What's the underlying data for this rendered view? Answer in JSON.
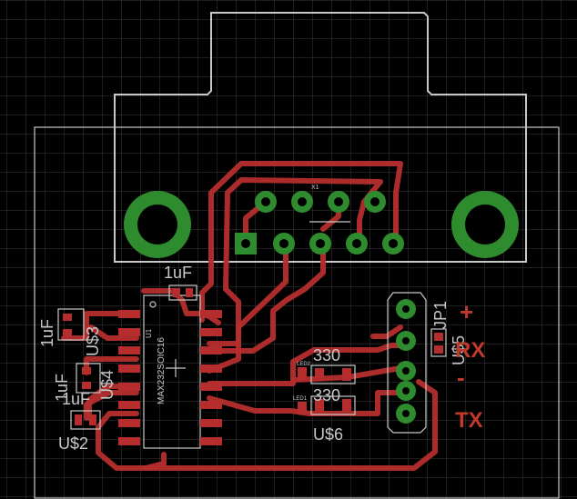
{
  "connector": {
    "ref": "X1"
  },
  "ic": {
    "part": "MAX232SOIC16",
    "ref": "U1"
  },
  "components": {
    "cap_top": {
      "value": "1uF"
    },
    "cap_u3": {
      "value": "1uF",
      "ref": "U$3"
    },
    "cap_u4": {
      "value": "1uF",
      "ref": "U$4"
    },
    "cap_u2": {
      "value": "1uF",
      "ref": "U$2"
    },
    "res_u5": {
      "value": "330",
      "ref": "U$5"
    },
    "res_u6": {
      "value": "330",
      "ref": "U$6"
    },
    "led2": {
      "ref": "LED2"
    },
    "led1": {
      "ref": "LED1"
    },
    "header": {
      "ref": "JP1"
    }
  },
  "signal_labels": {
    "plus": "+",
    "rx": "RX",
    "minus": "-",
    "tx": "TX"
  },
  "colors": {
    "background": "#000000",
    "grid": "#3a3a3a",
    "trace": "#b52d2d",
    "pad": "#2e8b2e",
    "silkscreen": "#c8c8c8",
    "label_red": "#c0392b"
  }
}
